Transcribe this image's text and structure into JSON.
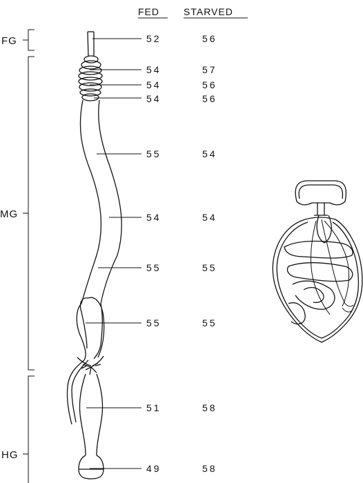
{
  "columns": {
    "fed": "FED",
    "starved": "STARVED"
  },
  "regions": [
    {
      "label": "FG"
    },
    {
      "label": "MG"
    },
    {
      "label": "HG"
    }
  ],
  "measurements": [
    {
      "fed": "52",
      "starved": "56"
    },
    {
      "fed": "54",
      "starved": "57"
    },
    {
      "fed": "54",
      "starved": "56"
    },
    {
      "fed": "54",
      "starved": "56"
    },
    {
      "fed": "55",
      "starved": "54"
    },
    {
      "fed": "54",
      "starved": "54"
    },
    {
      "fed": "55",
      "starved": "55"
    },
    {
      "fed": "55",
      "starved": "55"
    },
    {
      "fed": "51",
      "starved": "58"
    },
    {
      "fed": "49",
      "starved": "58"
    }
  ]
}
